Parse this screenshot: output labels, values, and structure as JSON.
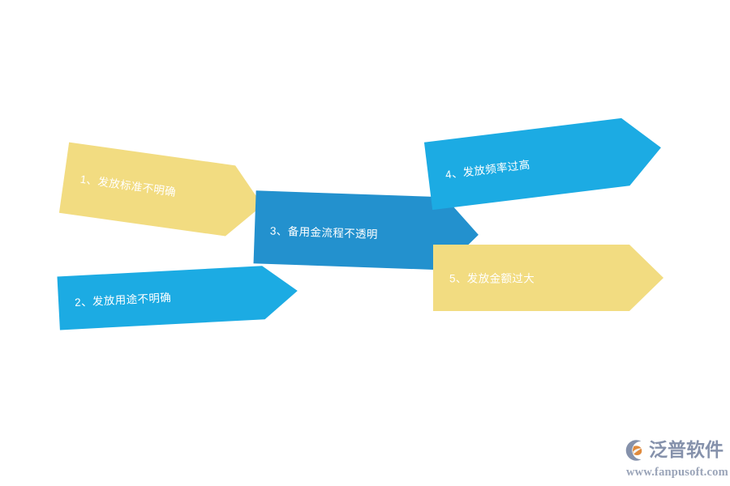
{
  "diagram": {
    "background_color": "#ffffff",
    "colors": {
      "yellow": "#f2dc81",
      "light_blue": "#1cabe3",
      "dark_blue": "#2391ce",
      "label_text": "#ffffff"
    },
    "items": [
      {
        "id": "item-1",
        "number": "1",
        "label": "1、发放标准不明确",
        "color": "#f2dc81",
        "color_name": "yellow",
        "position": "left-top",
        "rotation_deg": 8
      },
      {
        "id": "item-2",
        "number": "2",
        "label": "2、发放用途不明确",
        "color": "#1cabe3",
        "color_name": "light_blue",
        "position": "left-bottom",
        "rotation_deg": -3
      },
      {
        "id": "item-3",
        "number": "3",
        "label": "3、备用金流程不透明",
        "color": "#2391ce",
        "color_name": "dark_blue",
        "position": "center",
        "rotation_deg": 2
      },
      {
        "id": "item-4",
        "number": "4",
        "label": "4、发放频率过高",
        "color": "#1cabe3",
        "color_name": "light_blue",
        "position": "right-top",
        "rotation_deg": -7
      },
      {
        "id": "item-5",
        "number": "5",
        "label": "5、发放金额过大",
        "color": "#f2dc81",
        "color_name": "yellow",
        "position": "right-bottom",
        "rotation_deg": 0
      }
    ]
  },
  "logo": {
    "wordmark": "泛普软件",
    "url": "www.fanpusoft.com",
    "mark_color": "#8591ab",
    "accent_color": "#e08a3c",
    "text_color": "#8591ab"
  }
}
